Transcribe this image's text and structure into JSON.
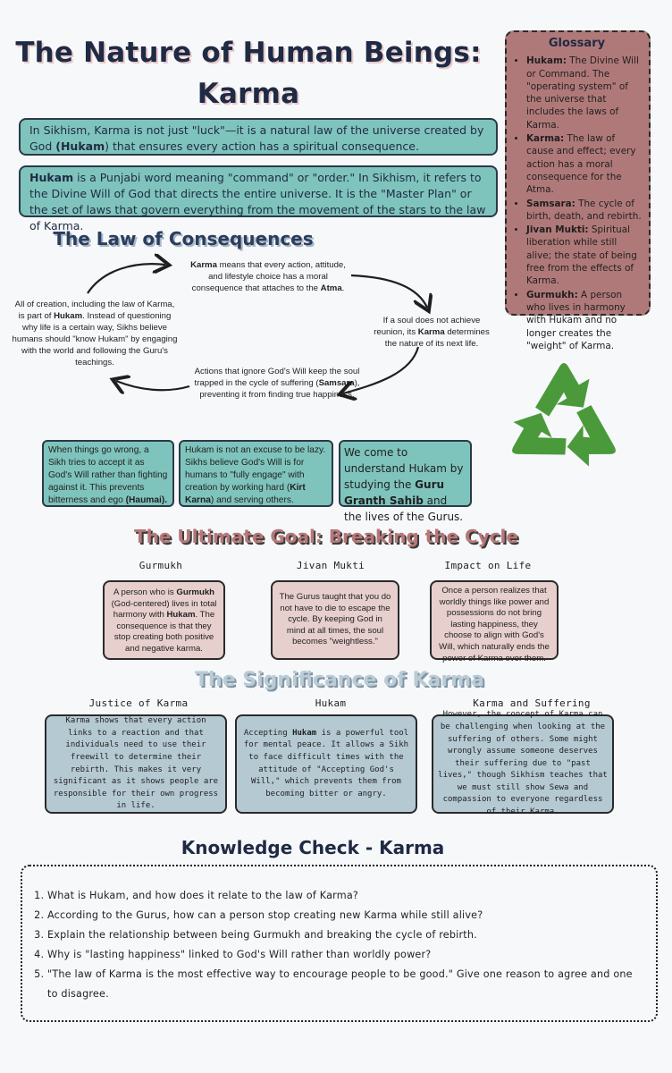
{
  "title": "The Nature of Human Beings: Karma",
  "intro": {
    "p1_a": "In Sikhism, Karma is not just \"luck\"—it is a natural law of the universe created by God ",
    "p1_b": "(Hukam",
    "p1_c": ") that ensures every action has a spiritual consequence.",
    "p2_a": "Hukam",
    "p2_b": " is a Punjabi word meaning \"command\" or \"order.\" In Sikhism, it refers to the Divine Will of God that directs the entire universe. It is the \"Master Plan\" or the set of laws that govern everything from the movement of the stars to the law of Karma."
  },
  "glossary": {
    "title": "Glossary",
    "items": [
      {
        "term": "Hukam:",
        "def": " The Divine Will or Command. The \"operating system\" of the universe that includes the laws of Karma."
      },
      {
        "term": "Karma:",
        "def": " The law of cause and effect; every action has a moral consequence for the Atma."
      },
      {
        "term": "Samsara:",
        "def": " The cycle of birth, death, and rebirth."
      },
      {
        "term": "Jivan Mukti:",
        "def": " Spiritual liberation while still alive; the state of being free from the effects of Karma."
      },
      {
        "term": "Gurmukh:",
        "def": " A person who lives in harmony with Hukam and no longer creates the \"weight\" of Karma."
      }
    ]
  },
  "law": {
    "heading": "The Law of Consequences",
    "top_a": "Karma",
    "top_b": " means that every action, attitude, and lifestyle choice has a moral consequence that attaches to the ",
    "top_c": "Atma",
    "top_d": ".",
    "right_a": "If a soul does not achieve reunion, its ",
    "right_b": "Karma",
    "right_c": " determines the nature of its next life.",
    "bottom_a": "Actions that ignore God's Will keep the soul trapped in the cycle of suffering (",
    "bottom_b": "Samsara",
    "bottom_c": "), preventing it from finding true happiness.",
    "left_a": "All of creation, including the law of Karma, is part of ",
    "left_b": "Hukam",
    "left_c": ". Instead of questioning why life is a certain way, Sikhs believe humans should \"know Hukam\" by engaging with the world and following the Guru's teachings."
  },
  "boxes": {
    "b1_a": "When things go wrong, a Sikh tries to accept it as God's Will rather than fighting against it. This prevents bitterness and ego ",
    "b1_b": "(Haumai).",
    "b2_a": "Hukam is not an excuse to be lazy. Sikhs believe God's Will is for humans to \"fully engage\" with creation by working hard (",
    "b2_b": "Kirt Karna",
    "b2_c": ") and serving others.",
    "b3_a": "We come to understand Hukam by studying the ",
    "b3_b": "Guru Granth Sahib",
    "b3_c": " and the lives of the Gurus."
  },
  "goal": {
    "heading": "The Ultimate Goal: Breaking the Cycle",
    "cols": [
      {
        "head": "Gurmukh"
      },
      {
        "head": "Jivan Mukti"
      },
      {
        "head": "Impact on Life"
      }
    ],
    "c1_a": "A person who is ",
    "c1_b": "Gurmukh",
    "c1_c": " (God-centered) lives in total harmony with ",
    "c1_d": "Hukam",
    "c1_e": ". The consequence is that they stop creating both positive and negative karma.",
    "c2": "The Gurus taught that you do not have to die to escape the cycle. By keeping God in mind at all times, the soul becomes \"weightless.\"",
    "c3": "Once a person realizes that worldly things like power and possessions do not bring lasting happiness, they choose to align with God's Will, which naturally ends the power of Karma over them."
  },
  "significance": {
    "heading": "The Significance of Karma",
    "cols": [
      {
        "head": "Justice of Karma"
      },
      {
        "head": "Hukam"
      },
      {
        "head": "Karma and Suffering"
      }
    ],
    "s1": "Karma shows that every action links to a reaction and that individuals need to use their freewill to determine their rebirth. This makes it very significant as it shows people are responsible for their own progress in life.",
    "s2_a": "Accepting ",
    "s2_b": "Hukam",
    "s2_c": " is a powerful tool for mental peace. It allows a Sikh to face difficult times with the attitude of \"Accepting God's Will,\" which prevents them from becoming bitter or angry.",
    "s3": "However, the concept of Karma can be challenging when looking at the suffering of others. Some might wrongly assume someone deserves their suffering due to \"past lives,\" though Sikhism teaches that we must still show Sewa and compassion to everyone regardless of their Karma."
  },
  "knowledge": {
    "heading": "Knowledge Check - Karma",
    "questions": [
      "What is Hukam, and how does it relate to the law of Karma?",
      "According to the Gurus, how can a person stop creating new Karma while still alive?",
      "Explain the relationship between being Gurmukh and breaking the cycle of rebirth.",
      "Why is \"lasting happiness\" linked to God's Will rather than worldly power?",
      "\"The law of Karma is the most effective way to encourage people to be good.\" Give one reason to agree and one to disagree."
    ]
  },
  "colors": {
    "recycle_green": "#4a9a3c",
    "teal": "#7fc4bc",
    "glossary": "#b07979"
  },
  "icons": [
    "recycle-icon",
    "arrow-icon"
  ]
}
